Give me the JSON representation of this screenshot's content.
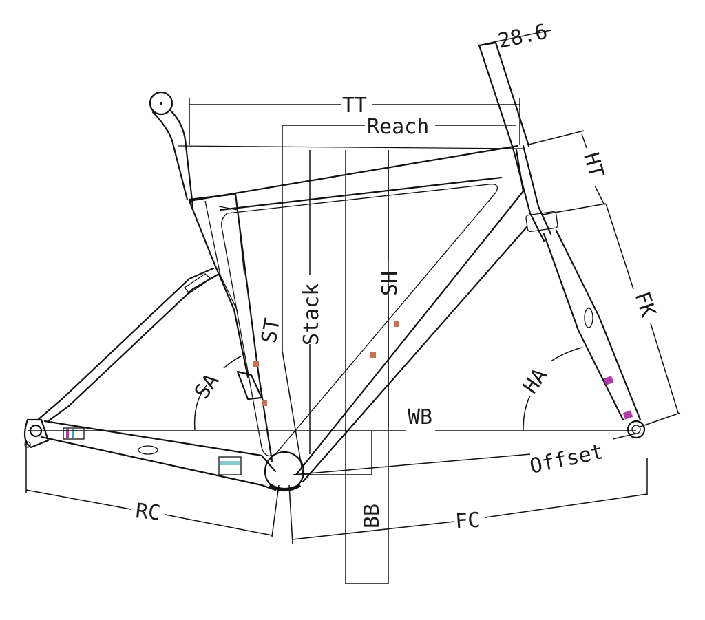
{
  "labels": {
    "tube_dia": "28.6",
    "tt": "TT",
    "reach": "Reach",
    "ht": "HT",
    "fk": "FK",
    "stack": "Stack",
    "sh": "SH",
    "st": "ST",
    "sa": "SA",
    "ha": "HA",
    "wb": "WB",
    "offset": "Offset",
    "bb": "BB",
    "rc": "RC",
    "fc": "FC"
  },
  "colors": {
    "line": "#111111",
    "accent_magenta": "#b03aa8",
    "accent_teal": "#3aa8a0",
    "accent_yellow": "#d8c830"
  }
}
